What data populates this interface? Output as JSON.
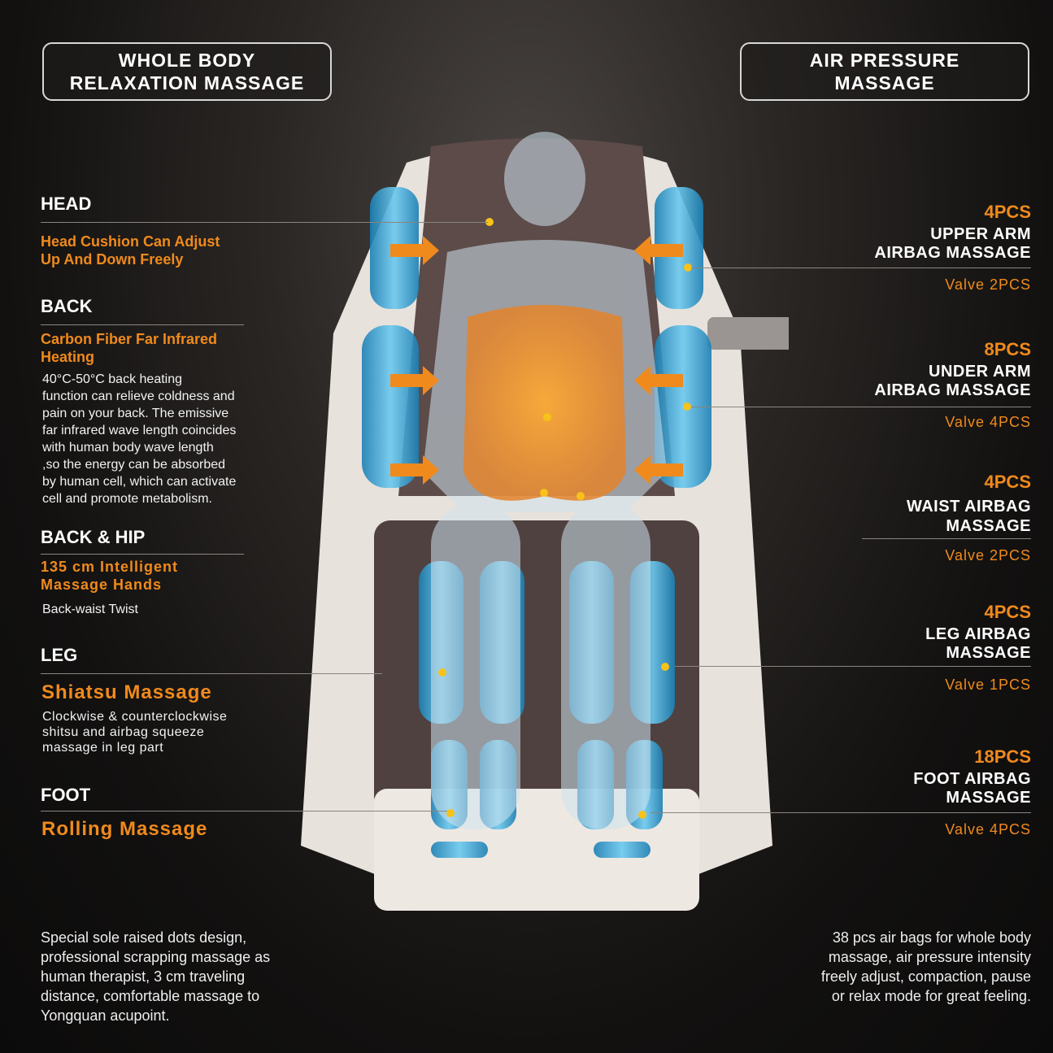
{
  "header": {
    "left_box": [
      "WHOLE BODY",
      "RELAXATION MASSAGE"
    ],
    "right_box": [
      "AIR PRESSURE",
      "MASSAGE"
    ]
  },
  "left": {
    "head": {
      "title": "HEAD",
      "sub": [
        "Head Cushion Can Adjust",
        "Up And Down Freely"
      ]
    },
    "back": {
      "title": "BACK",
      "sub": [
        "Carbon Fiber Far Infrared",
        "Heating"
      ],
      "body": [
        "40°C-50°C back heating",
        "function can relieve coldness and",
        "pain on your back. The emissive",
        "far infrared wave length coincides",
        "with  human body wave length",
        ",so the energy can be absorbed",
        "by human cell, which can activate",
        "cell and promote metabolism."
      ]
    },
    "back_hip": {
      "title": "BACK & HIP",
      "sub": [
        "135 cm Intelligent",
        "Massage Hands"
      ],
      "body": "Back-waist Twist"
    },
    "leg": {
      "title": "LEG",
      "sub": "Shiatsu Massage",
      "body": [
        "Clockwise & counterclockwise",
        "shitsu and airbag squeeze",
        "massage in leg part"
      ]
    },
    "foot": {
      "title": "FOOT",
      "sub": "Rolling Massage"
    },
    "footer": [
      "Special sole raised dots design,",
      "professional scrapping massage as",
      "human therapist, 3 cm traveling",
      "distance, comfortable massage to",
      "Yongquan acupoint."
    ]
  },
  "right": {
    "items": [
      {
        "count": "4PCS",
        "name": [
          "UPPER ARM",
          "AIRBAG MASSAGE"
        ],
        "valve": "Valve  2PCS"
      },
      {
        "count": "8PCS",
        "name": [
          "UNDER ARM",
          "AIRBAG MASSAGE"
        ],
        "valve": "Valve  4PCS"
      },
      {
        "count": "4PCS",
        "name": [
          "WAIST AIRBAG",
          "MASSAGE"
        ],
        "valve": "Valve  2PCS"
      },
      {
        "count": "4PCS",
        "name": [
          "LEG AIRBAG",
          "MASSAGE"
        ],
        "valve": "Valve  1PCS"
      },
      {
        "count": "18PCS",
        "name": [
          "FOOT AIRBAG",
          "MASSAGE"
        ],
        "valve": "Valve  4PCS"
      }
    ],
    "footer": [
      "38 pcs air bags for whole body",
      "massage, air pressure intensity",
      "freely adjust, compaction, pause",
      "or relax mode for great feeling."
    ]
  },
  "colors": {
    "accent": "#f08a1c",
    "airbag": "#3fa9d8",
    "chair": "#5a4a48"
  }
}
